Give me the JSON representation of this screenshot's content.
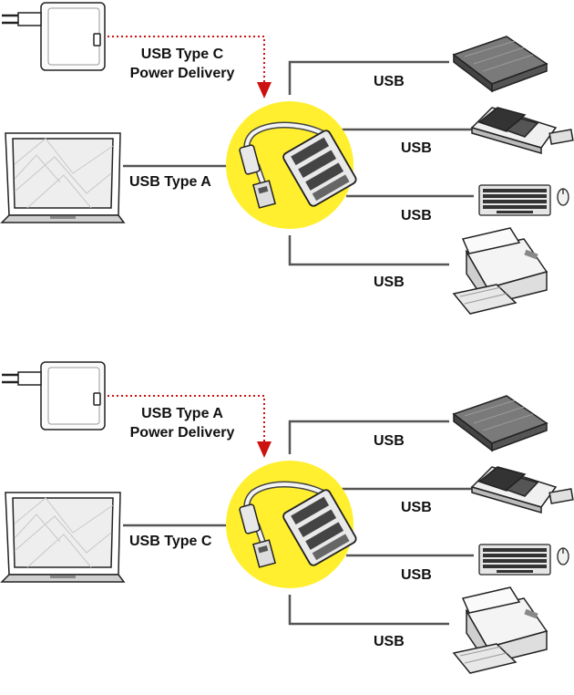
{
  "panels": [
    {
      "power_label_line1": "USB Type C",
      "power_label_line2": "Power Delivery",
      "laptop_label": "USB Type A",
      "device_labels": [
        "USB",
        "USB",
        "USB",
        "USB"
      ]
    },
    {
      "power_label_line1": "USB Type A",
      "power_label_line2": "Power Delivery",
      "laptop_label": "USB Type C",
      "device_labels": [
        "USB",
        "USB",
        "USB",
        "USB"
      ]
    }
  ],
  "colors": {
    "hub_circle": "#ffef2e",
    "power_arrow": "#cc1111",
    "line": "#555555"
  },
  "icons": [
    "power-adapter-icon",
    "laptop-icon",
    "usb-hub-icon",
    "external-drive-icon",
    "card-reader-icon",
    "keyboard-icon",
    "mouse-icon",
    "printer-icon"
  ]
}
